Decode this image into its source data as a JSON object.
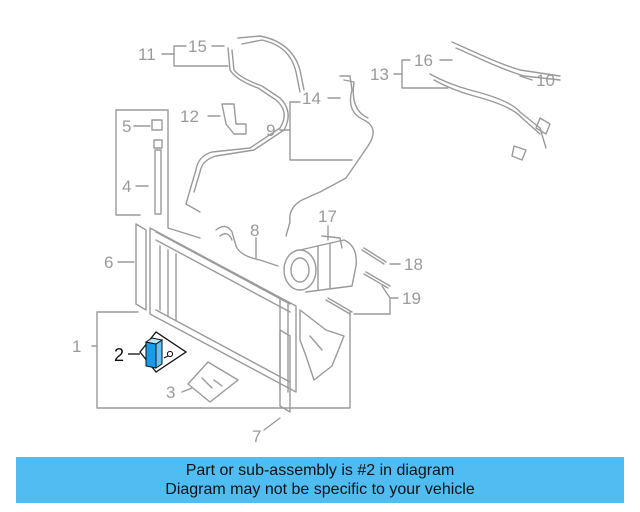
{
  "diagram": {
    "callouts": {
      "c1": "1",
      "c2": "2",
      "c3": "3",
      "c4": "4",
      "c5": "5",
      "c6": "6",
      "c7": "7",
      "c8": "8",
      "c9": "9",
      "c10": "10",
      "c11": "11",
      "c12": "12",
      "c13": "13",
      "c14": "14",
      "c15": "15",
      "c16": "16",
      "c17": "17",
      "c18": "18",
      "c19": "19"
    },
    "highlighted_part": "2",
    "colors": {
      "line": "#9a9a9a",
      "highlight": "#1a9be6",
      "ink": "#111111"
    }
  },
  "caption": {
    "line1": "Part or sub-assembly is #2 in diagram",
    "line2": "Diagram may not be specific to your vehicle",
    "background": "#4fbdf2"
  }
}
